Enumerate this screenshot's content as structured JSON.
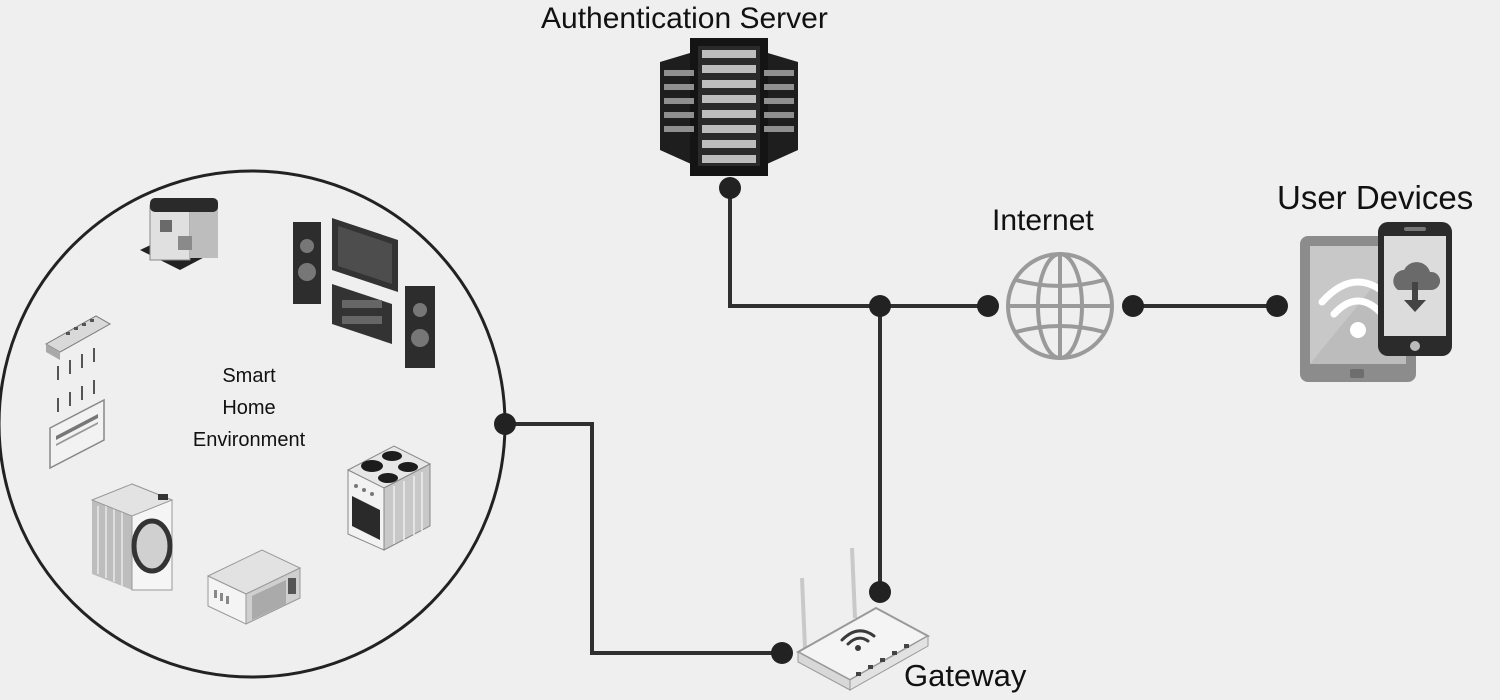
{
  "nodes": {
    "authentication_server": {
      "label": "Authentication Server",
      "icon": "server-rack-icon"
    },
    "internet": {
      "label": "Internet",
      "icon": "globe-icon"
    },
    "user_devices": {
      "label": "User Devices",
      "icon": "tablet-phone-icon"
    },
    "gateway": {
      "label": "Gateway",
      "icon": "wifi-router-icon"
    },
    "smart_home": {
      "label_lines": [
        "Smart",
        "Home",
        "Environment"
      ],
      "devices": [
        "coffee-machine-icon",
        "home-theater-icon",
        "network-switch-icon",
        "air-conditioner-icon",
        "washing-machine-icon",
        "microwave-icon",
        "stove-icon"
      ]
    }
  },
  "colors": {
    "background": "#efefef",
    "line": "#2f2f2f",
    "node_dot": "#222222",
    "text": "#111111"
  }
}
